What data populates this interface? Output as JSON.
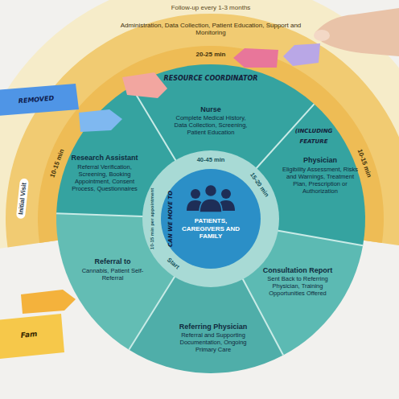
{
  "diagram": {
    "nodes": [
      {
        "text": [
          "Research Assistant",
          "Referral Verification, Screening, Booking Appointment, Consent Process, Questionnaires"
        ]
      },
      {
        "text": [
          "Nurse",
          "Complete Medical History, Data Collection, Screening, Patient Education"
        ]
      },
      {
        "text": [
          "Physician",
          "Eligibility Assessment, Risks and Warnings, Treatment Plan, Prescription or Authorization"
        ]
      },
      {
        "text": [
          "Consultation Report",
          "Sent Back to Referring Physician, Training Opportunities Offered"
        ]
      },
      {
        "text": [
          "Referring Physician",
          "Referral and Supporting Documentation, Ongoing Primary Care"
        ]
      },
      {
        "text": [
          "Referral to",
          "Cannabis, Patient Self-Referral"
        ]
      },
      {
        "text": [
          "PATIENTS, CAREGIVERS AND FAMILY"
        ]
      }
    ],
    "labels": [
      "Follow-up every 1-3 months",
      "Administration, Data Collection, Patient Education, Support and Monitoring",
      "20-25 min",
      "10-15 min",
      "10-15 min",
      "Initial Visit",
      "40-45 min",
      "15-20 min",
      "10-15 min per appointment",
      "Start",
      "RESOURCE COORDINATOR",
      "(INCLUDING",
      "FEATURE",
      "CAN WE MOVE TO",
      "REMOVED",
      "Fam"
    ]
  }
}
